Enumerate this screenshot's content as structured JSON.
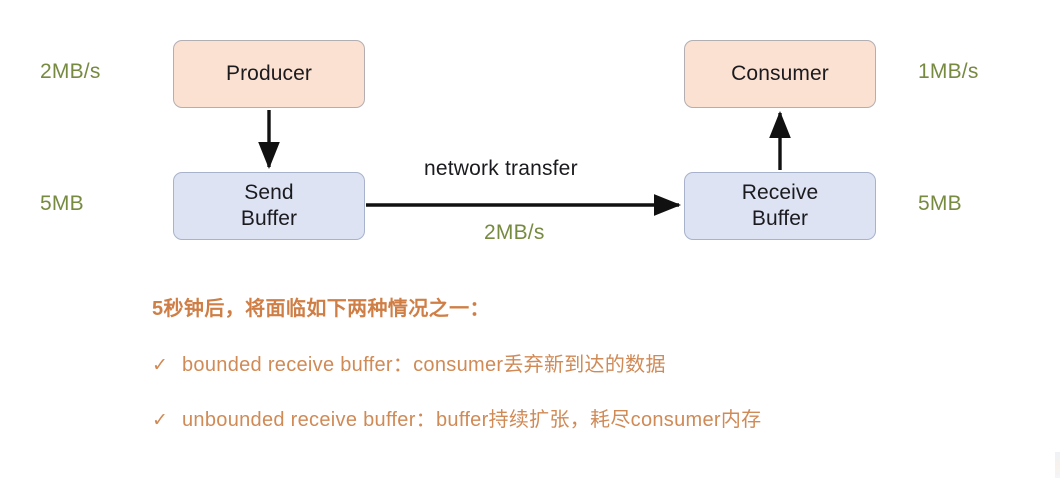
{
  "diagram": {
    "nodes": {
      "producer": {
        "label": "Producer"
      },
      "consumer": {
        "label": "Consumer"
      },
      "send_buffer": {
        "line1": "Send",
        "line2": "Buffer"
      },
      "receive_buffer": {
        "line1": "Receive",
        "line2": "Buffer"
      }
    },
    "labels": {
      "producer_rate": "2MB/s",
      "consumer_rate": "1MB/s",
      "send_buffer_size": "5MB",
      "receive_buffer_size": "5MB",
      "network_transfer": "network transfer",
      "network_rate": "2MB/s"
    },
    "colors": {
      "peach_fill": "#fbe1d1",
      "blue_fill": "#dde3f3",
      "rate_text": "#768a40",
      "note_text": "#d08a56",
      "heading_text": "#cf7f46",
      "arrow": "#111111"
    }
  },
  "note": {
    "heading": "5秒钟后，将面临如下两种情况之一：",
    "bullets": [
      {
        "marker": "✓",
        "text": "bounded receive buffer：consumer丢弃新到达的数据"
      },
      {
        "marker": "✓",
        "text": "unbounded receive buffer：buffer持续扩张，耗尽consumer内存"
      }
    ]
  }
}
